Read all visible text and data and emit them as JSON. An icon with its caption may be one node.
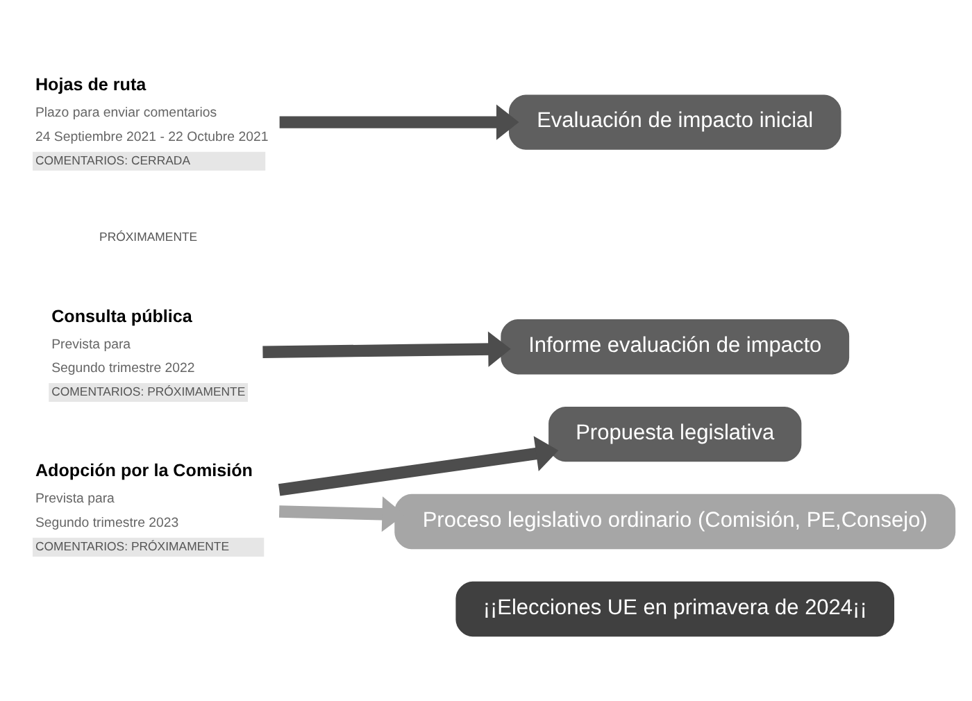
{
  "diagram": {
    "nodes": [
      {
        "text": [
          "Hojas de ruta",
          "Plazo para enviar comentarios",
          "24 Septiembre 2021 - 22 Octubre 2021",
          "COMENTARIOS: CERRADA"
        ]
      },
      {
        "text": [
          "Evaluación de impacto inicial"
        ]
      },
      {
        "text": [
          "Consulta pública",
          "Prevista para",
          "Segundo trimestre 2022",
          "COMENTARIOS: PRÓXIMAMENTE"
        ]
      },
      {
        "text": [
          "Informe evaluación de impacto"
        ]
      },
      {
        "text": [
          "Adopción por la Comisión",
          "Prevista para",
          "Segundo trimestre 2023",
          "COMENTARIOS: PRÓXIMAMENTE"
        ]
      },
      {
        "text": [
          "Propuesta legislativa"
        ]
      },
      {
        "text": [
          "Proceso legislativo ordinario (Comisión, PE,Consejo)"
        ]
      },
      {
        "text": [
          "¡¡Elecciones UE en primavera de 2024¡¡"
        ]
      }
    ],
    "edges": [
      {
        "from": 0,
        "to": 1,
        "arrow": "to"
      },
      {
        "from": 2,
        "to": 3,
        "arrow": "to"
      },
      {
        "from": 4,
        "to": 5,
        "arrow": "to"
      },
      {
        "from": 4,
        "to": 6,
        "arrow": "to",
        "color": "#a6a6a6"
      }
    ],
    "labels": [
      "PRÓXIMAMENTE"
    ]
  }
}
